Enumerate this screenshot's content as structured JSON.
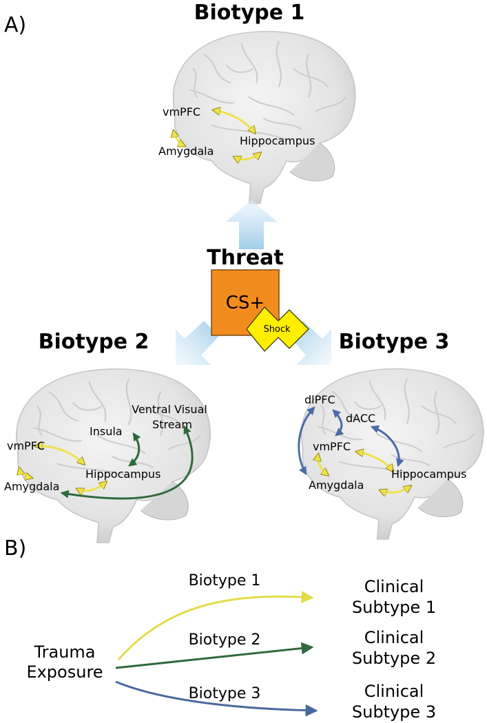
{
  "panel_a": {
    "label": "A)",
    "biotype1": {
      "title": "Biotype 1",
      "regions": {
        "vmpfc": "vmPFC",
        "amygdala": "Amygdala",
        "hippocampus": "Hippocampus"
      }
    },
    "biotype2": {
      "title": "Biotype 2",
      "regions": {
        "vmpfc": "vmPFC",
        "amygdala": "Amygdala",
        "hippocampus": "Hippocampus",
        "insula": "Insula",
        "ventral_line1": "Ventral Visual",
        "ventral_line2": "Stream"
      }
    },
    "biotype3": {
      "title": "Biotype 3",
      "regions": {
        "dlpfc": "dlPFC",
        "dacc": "dACC",
        "vmpfc": "vmPFC",
        "amygdala": "Amygdala",
        "hippocampus": "Hippocampus"
      }
    },
    "center": {
      "threat": "Threat",
      "cs": "CS+",
      "shock": "Shock"
    }
  },
  "panel_b": {
    "label": "B)",
    "source_line1": "Trauma",
    "source_line2": "Exposure",
    "paths": [
      {
        "label": "Biotype 1",
        "target_line1": "Clinical",
        "target_line2": "Subtype 1",
        "color": "#e2dc4a"
      },
      {
        "label": "Biotype 2",
        "target_line1": "Clinical",
        "target_line2": "Subtype 2",
        "color": "#2f6a3c"
      },
      {
        "label": "Biotype 3",
        "target_line1": "Clinical",
        "target_line2": "Subtype 3",
        "color": "#47689d"
      }
    ]
  },
  "colors": {
    "yellow_link": "#efe24a",
    "green_link": "#2f6a3c",
    "blue_link": "#4a6aa8",
    "cs_box": "#f28c1e",
    "shock_box": "#ffee00",
    "arrow_fill": "#bcdcf2"
  }
}
